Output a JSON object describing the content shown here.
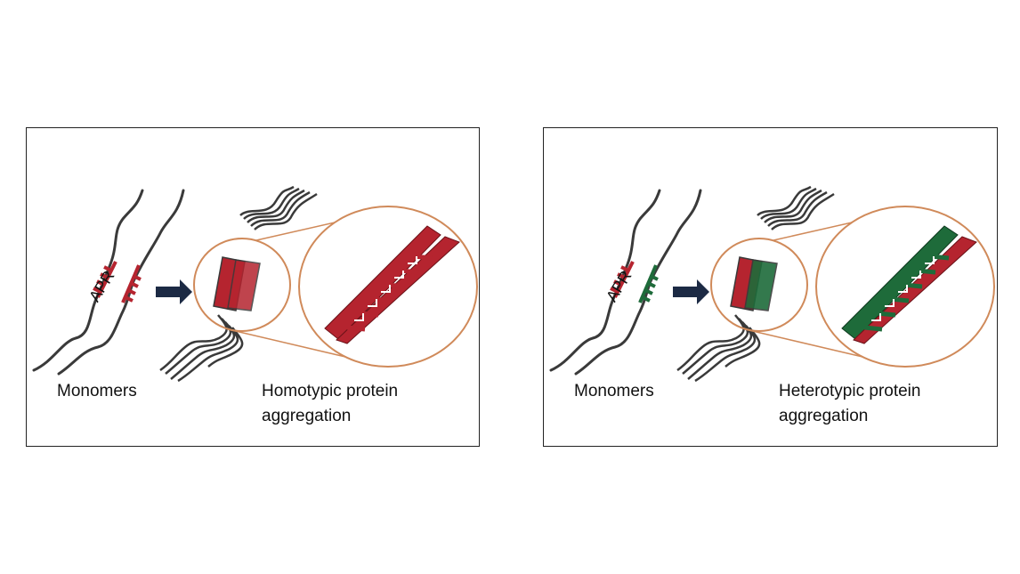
{
  "panels": [
    {
      "id": "homotypic",
      "apr_label": "APR",
      "monomers_label": "Monomers",
      "aggregation_label_line1": "Homotypic protein",
      "aggregation_label_line2": "aggregation",
      "colors": {
        "strand_a": "#b5242f",
        "strand_b": "#b5242f"
      }
    },
    {
      "id": "heterotypic",
      "apr_label": "APR",
      "monomers_label": "Monomers",
      "aggregation_label_line1": "Heterotypic protein",
      "aggregation_label_line2": "aggregation",
      "colors": {
        "strand_a": "#b5242f",
        "strand_b": "#1e6b3a"
      }
    }
  ],
  "colors": {
    "chain": "#3a3a3a",
    "arrow": "#1c2a44",
    "zoom_circle": "#d08a5a",
    "border": "#222222"
  }
}
